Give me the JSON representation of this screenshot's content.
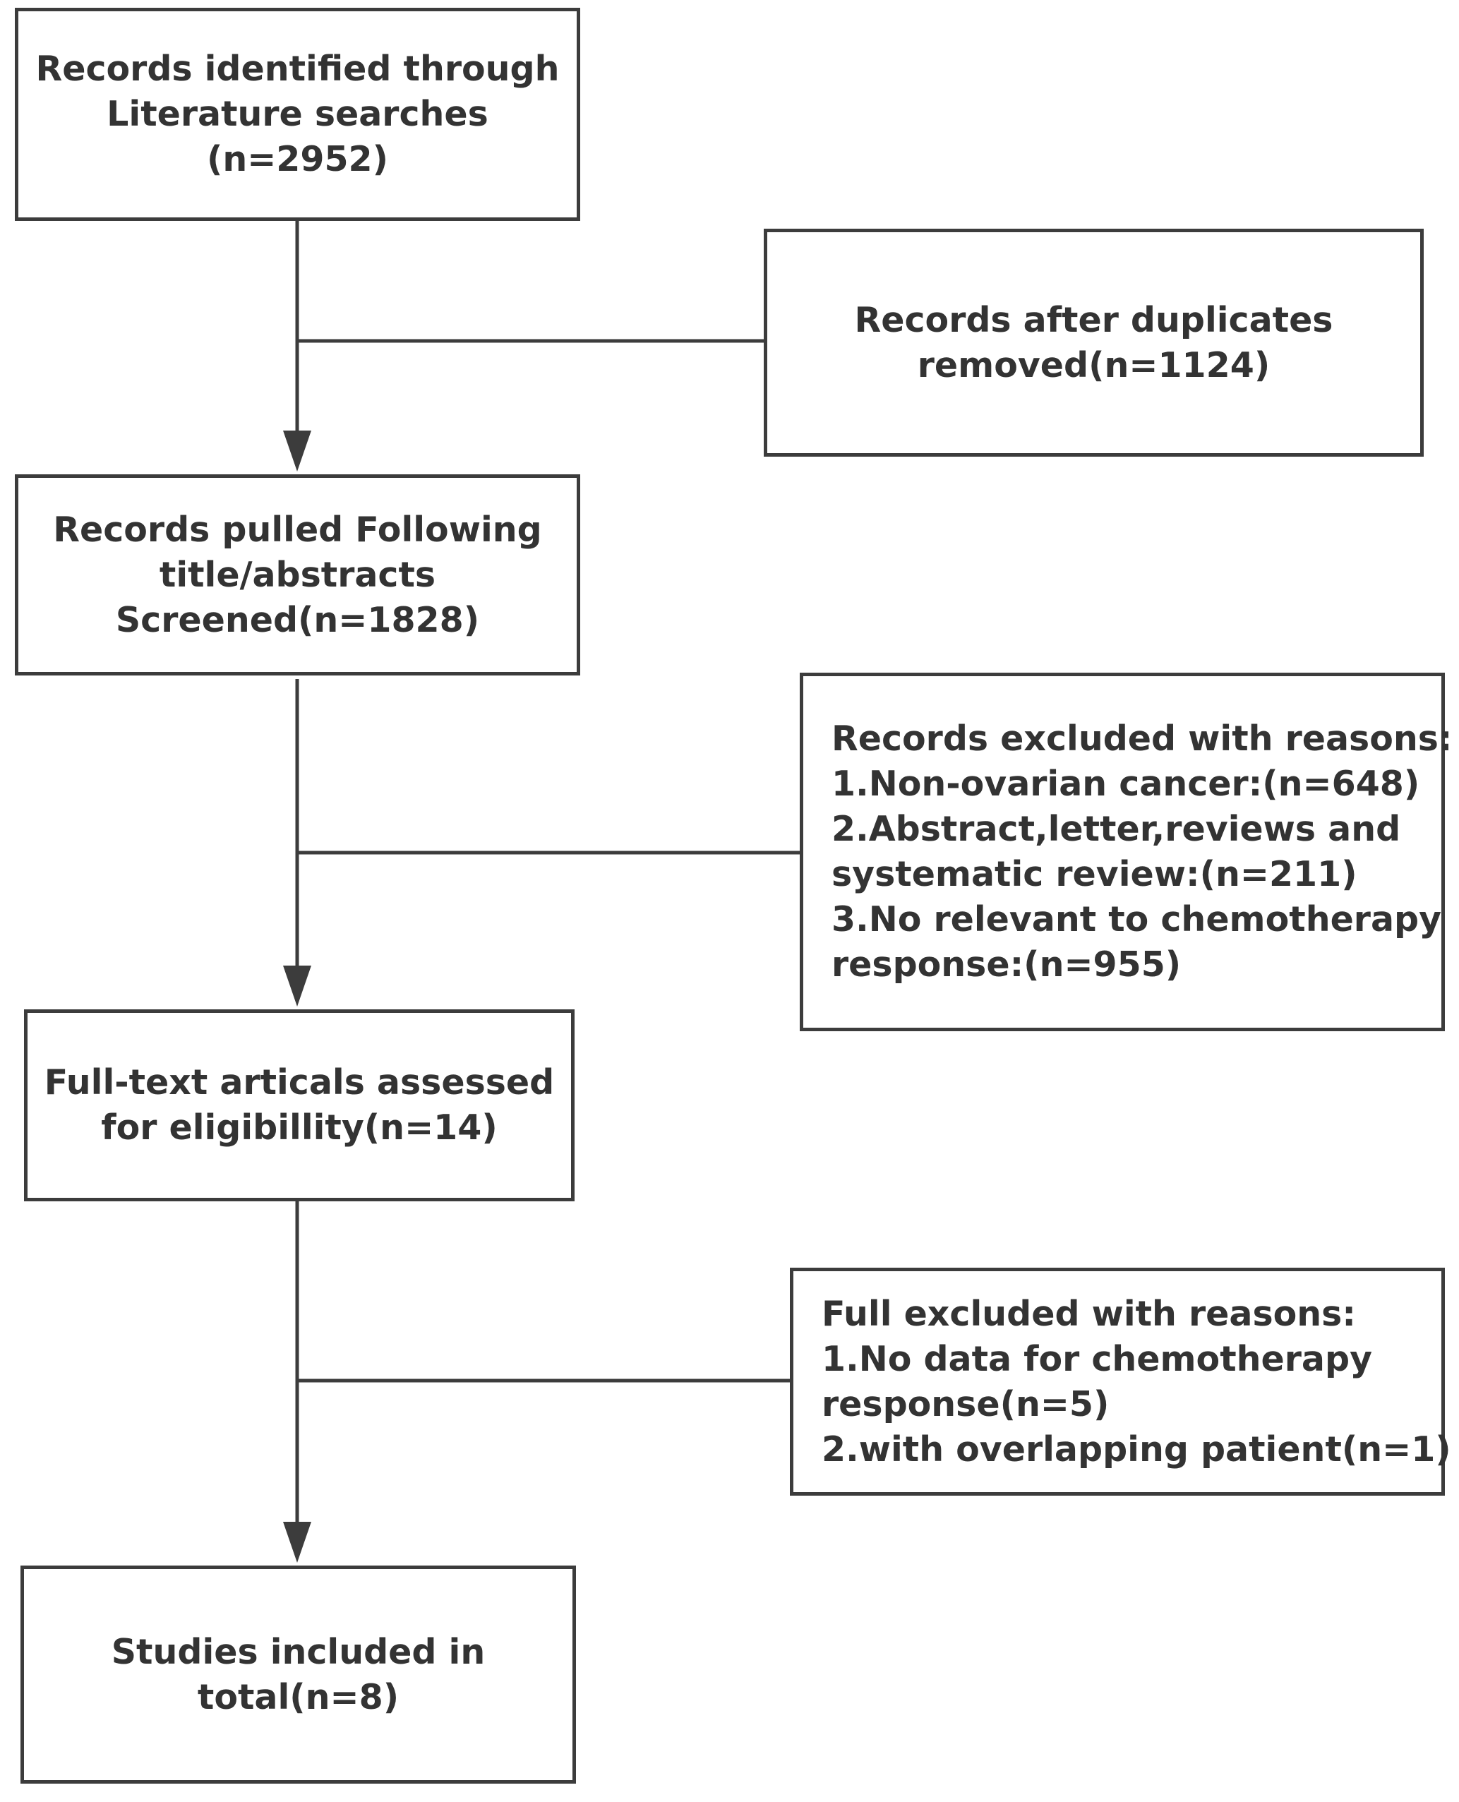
{
  "diagram": {
    "identified": {
      "lines": [
        "Records identified through",
        "Literature searches",
        "(n=2952)"
      ]
    },
    "duplicates": {
      "lines": [
        "Records after duplicates",
        "removed(n=1124)"
      ]
    },
    "screened": {
      "lines": [
        "Records pulled Following",
        "title/abstracts",
        "Screened(n=1828)"
      ]
    },
    "excluded": {
      "lines": [
        "Records excluded with reasons:",
        "1.Non-ovarian cancer:(n=648)",
        "2.Abstract,letter,reviews and",
        "systematic review:(n=211)",
        "3.No relevant to chemotherapy",
        "response:(n=955)"
      ]
    },
    "fulltext": {
      "lines": [
        "Full-text articals assessed",
        "for eligibillity(n=14)"
      ]
    },
    "full_excluded": {
      "lines": [
        "Full excluded with reasons:",
        "1.No data for chemotherapy",
        "response(n=5)",
        "2.with overlapping patient(n=1)"
      ]
    },
    "included": {
      "lines": [
        "Studies included in",
        "total(n=8)"
      ]
    },
    "colors": {
      "line": "#3c3c3c",
      "text": "#333333",
      "background": "#ffffff"
    }
  }
}
